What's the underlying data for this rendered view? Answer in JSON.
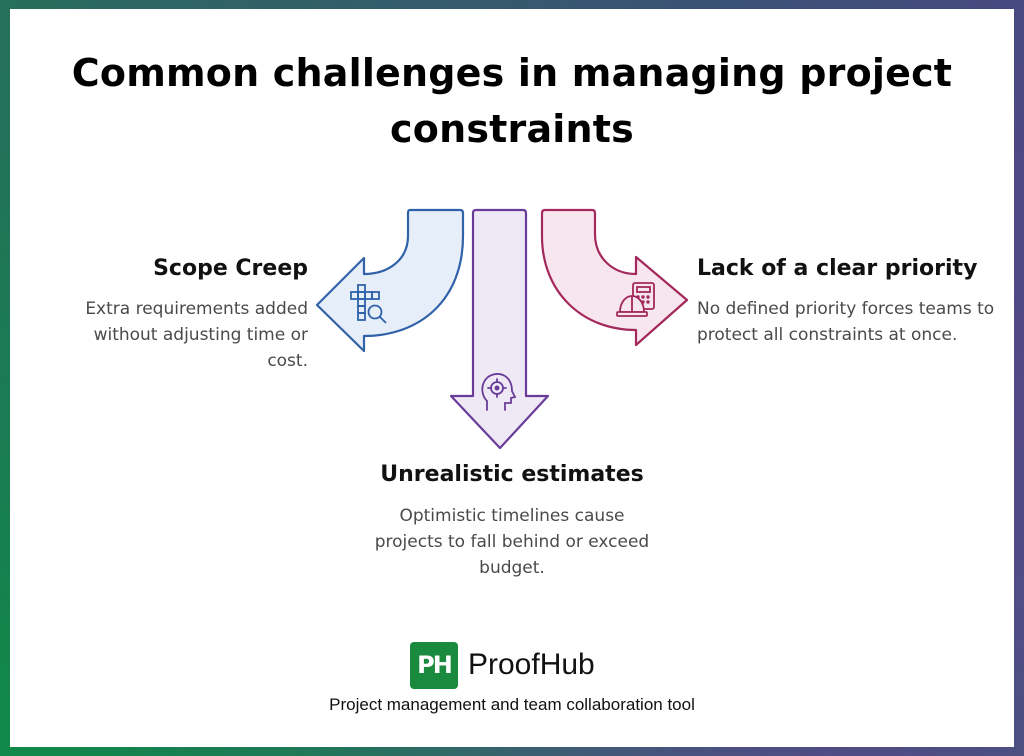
{
  "title": {
    "line1": "Common challenges in managing project",
    "line2": "constraints"
  },
  "challenges": [
    {
      "id": "scope-creep",
      "title": "Scope Creep",
      "description": "Extra requirements added without adjusting time or cost.",
      "arrow_direction": "left",
      "icon": "grid-magnifier-icon",
      "stroke_color": "#2f62a8",
      "fill_color": "#e6eef9"
    },
    {
      "id": "unrealistic-estimates",
      "title": "Unrealistic estimates",
      "description": "Optimistic timelines cause projects to fall behind or exceed budget.",
      "arrow_direction": "down",
      "icon": "head-target-icon",
      "stroke_color": "#6a3c9a",
      "fill_color": "#efe9f6"
    },
    {
      "id": "lack-of-priority",
      "title": "Lack of a clear priority",
      "description": "No defined priority forces teams to protect all constraints at once.",
      "arrow_direction": "right",
      "icon": "hardhat-calculator-icon",
      "stroke_color": "#a3285c",
      "fill_color": "#f8e6ee"
    }
  ],
  "brand": {
    "logo_text": "PH",
    "name": "ProofHub",
    "tagline": "Project management and team collaboration tool",
    "color": "#1a8a3e"
  },
  "frame_colors": {
    "top_left": "#2a6a5e",
    "top_right": "#6a3a9a",
    "bottom_left": "#0f8a48",
    "bottom_right": "#4a5080"
  }
}
